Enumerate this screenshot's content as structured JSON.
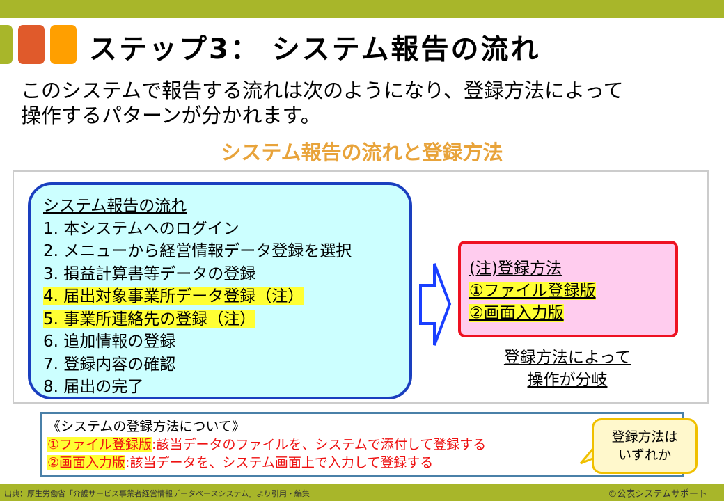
{
  "title": "ステップ3： システム報告の流れ",
  "intro": [
    "このシステムで報告する流れは次のようになり、登録方法によって",
    "操作するパターンが分かれます。"
  ],
  "subtitle": "システム報告の流れと登録方法",
  "flow": {
    "heading": "システム報告の流れ",
    "steps": [
      "1. 本システムへのログイン",
      "2. メニューから経営情報データ登録を選択",
      "3. 損益計算書等データの登録",
      "4. 届出対象事業所データ登録（注）",
      "5. 事業所連絡先の登録（注）",
      "6. 追加情報の登録",
      "7. 登録内容の確認",
      "8. 届出の完了"
    ]
  },
  "note": {
    "heading": "(注)登録方法",
    "options": [
      "①ファイル登録版",
      "②画面入力版"
    ]
  },
  "branch": [
    "登録方法によって",
    "操作が分岐"
  ],
  "methods": {
    "heading": "《システムの登録方法について》",
    "items": [
      {
        "label": "①ファイル登録版",
        "desc": ":該当データのファイルを、システムで添付して登録する"
      },
      {
        "label": "②画面入力版",
        "desc": ":該当データを、システム画面上で入力して登録する"
      }
    ]
  },
  "callout": [
    "登録方法は",
    "いずれか"
  ],
  "footer": {
    "source": "出典：厚生労働省「介護サービス事業者経営情報データベースシステム」より引用・編集",
    "copyright": "©公表システムサポート"
  },
  "colors": {
    "bar": "#a8b62a",
    "red": "#e05a2b",
    "orange": "#ff9f00"
  }
}
